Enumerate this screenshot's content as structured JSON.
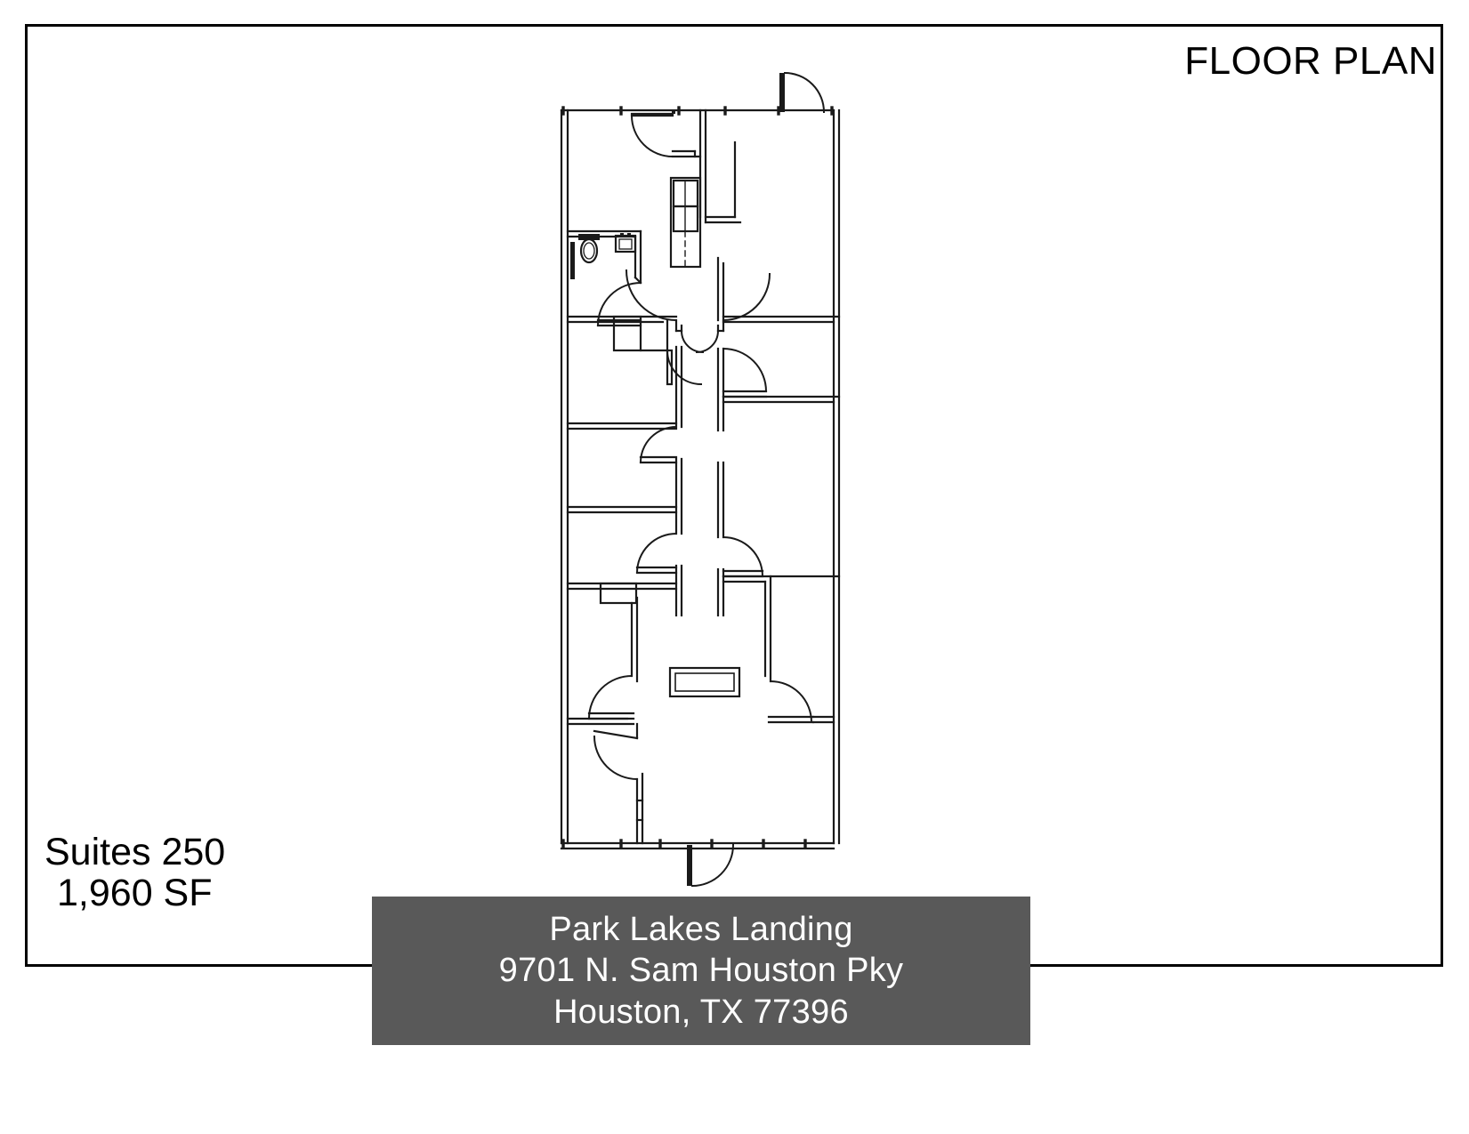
{
  "page": {
    "title": "FLOOR PLAN",
    "border_color": "#000000",
    "background": "#ffffff"
  },
  "suite": {
    "name": "Suites 250",
    "area": "1,960 SF"
  },
  "banner": {
    "background_color": "#595959",
    "text_color": "#ffffff",
    "property_name": "Park Lakes Landing",
    "street": "9701 N. Sam Houston Pky",
    "city_state_zip": "Houston, TX 77396"
  },
  "floor_plan": {
    "line_color": "#1a1a1a",
    "fill_color": "#ffffff",
    "description": "Architectural floor plan of a narrow rectangular office suite with central corridor, multiple private offices, a restroom, a kitchenette and an entry vestibule",
    "fixtures": [
      {
        "name": "toilet",
        "room": "restroom"
      },
      {
        "name": "sink",
        "room": "restroom"
      },
      {
        "name": "kitchen-appliance",
        "room": "kitchenette"
      },
      {
        "name": "counter",
        "room": "open-area"
      }
    ],
    "doors": [
      {
        "name": "main-entry-door",
        "location": "top-right"
      },
      {
        "name": "vestibule-door",
        "location": "top-center"
      },
      {
        "name": "restroom-door",
        "location": "upper-left"
      },
      {
        "name": "office-door-1",
        "location": "upper-left"
      },
      {
        "name": "office-door-2",
        "location": "upper-center"
      },
      {
        "name": "office-door-3",
        "location": "upper-right"
      },
      {
        "name": "office-door-4",
        "location": "mid-right"
      },
      {
        "name": "office-door-5",
        "location": "mid-left"
      },
      {
        "name": "office-door-6",
        "location": "mid-left-lower"
      },
      {
        "name": "office-door-7",
        "location": "mid-right-lower"
      },
      {
        "name": "office-door-8",
        "location": "lower-left"
      },
      {
        "name": "office-door-9",
        "location": "lower-right"
      },
      {
        "name": "office-door-10",
        "location": "bottom-left"
      },
      {
        "name": "rear-exit-door",
        "location": "bottom-center"
      }
    ]
  }
}
